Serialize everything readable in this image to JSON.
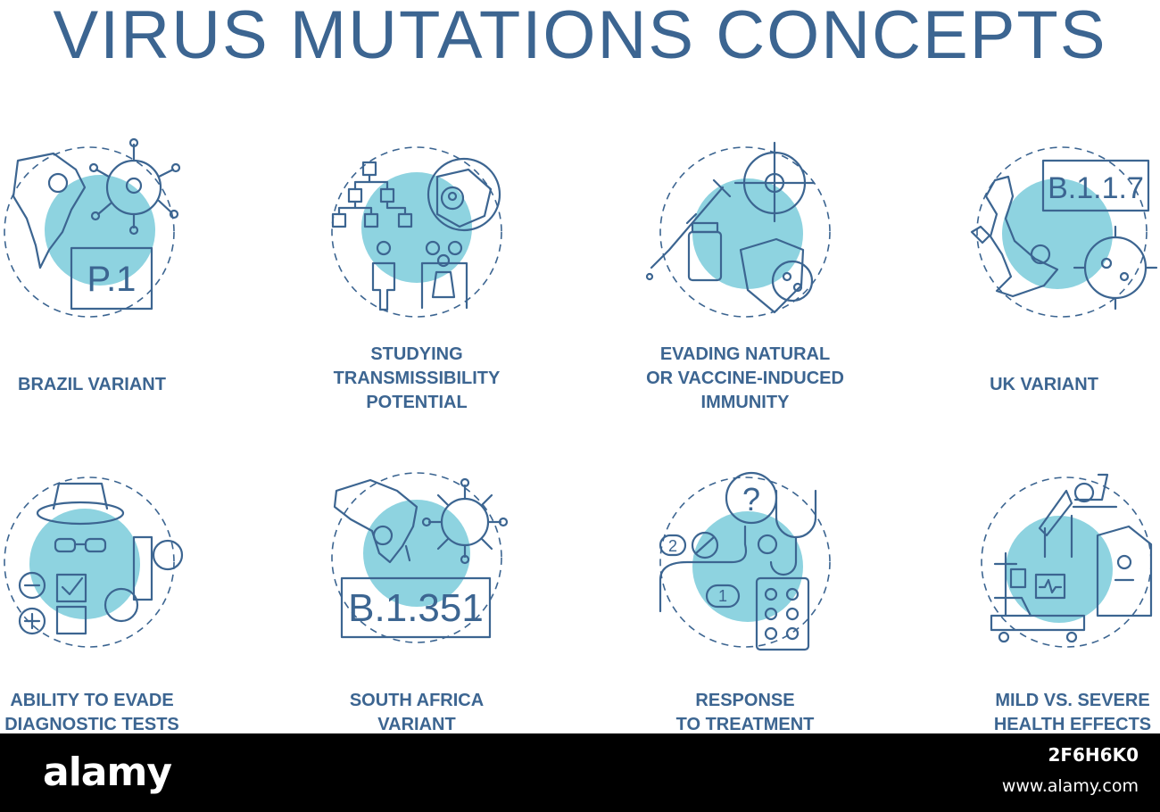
{
  "title": "VIRUS MUTATIONS CONCEPTS",
  "concepts": [
    {
      "icon": "brazil-map-virus-icon",
      "code": "P.1",
      "label_lines": [
        "BRAZIL VARIANT"
      ]
    },
    {
      "icon": "transmissibility-network-icon",
      "label_lines": [
        "STUDYING",
        "TRANSMISSIBILITY",
        "POTENTIAL"
      ]
    },
    {
      "icon": "syringe-shield-virus-icon",
      "label_lines": [
        "EVADING NATURAL",
        "OR VACCINE-INDUCED",
        "IMMUNITY"
      ]
    },
    {
      "icon": "uk-map-virus-icon",
      "code": "B.1.1.7",
      "label_lines": [
        "UK VARIANT"
      ]
    },
    {
      "icon": "disguised-virus-test-icon",
      "label_lines": [
        "ABILITY TO EVADE",
        "DIAGNOSTIC TESTS"
      ]
    },
    {
      "icon": "africa-map-virus-icon",
      "code": "B.1.351",
      "label_lines": [
        "SOUTH AFRICA",
        "VARIANT"
      ]
    },
    {
      "icon": "stethoscope-pills-icon",
      "steps": [
        "2",
        "1"
      ],
      "label_lines": [
        "RESPONSE",
        "TO TREATMENT"
      ]
    },
    {
      "icon": "hospital-bed-icon",
      "label_lines": [
        "MILD VS. SEVERE",
        "HEALTH EFFECTS"
      ]
    }
  ],
  "footer": {
    "logo": "alamy",
    "image_id": "2F6H6K0",
    "url": "www.alamy.com"
  },
  "colors": {
    "title": "#3c6591",
    "accent_fill": "#8ed3e0",
    "footer_bg": "#000000"
  }
}
